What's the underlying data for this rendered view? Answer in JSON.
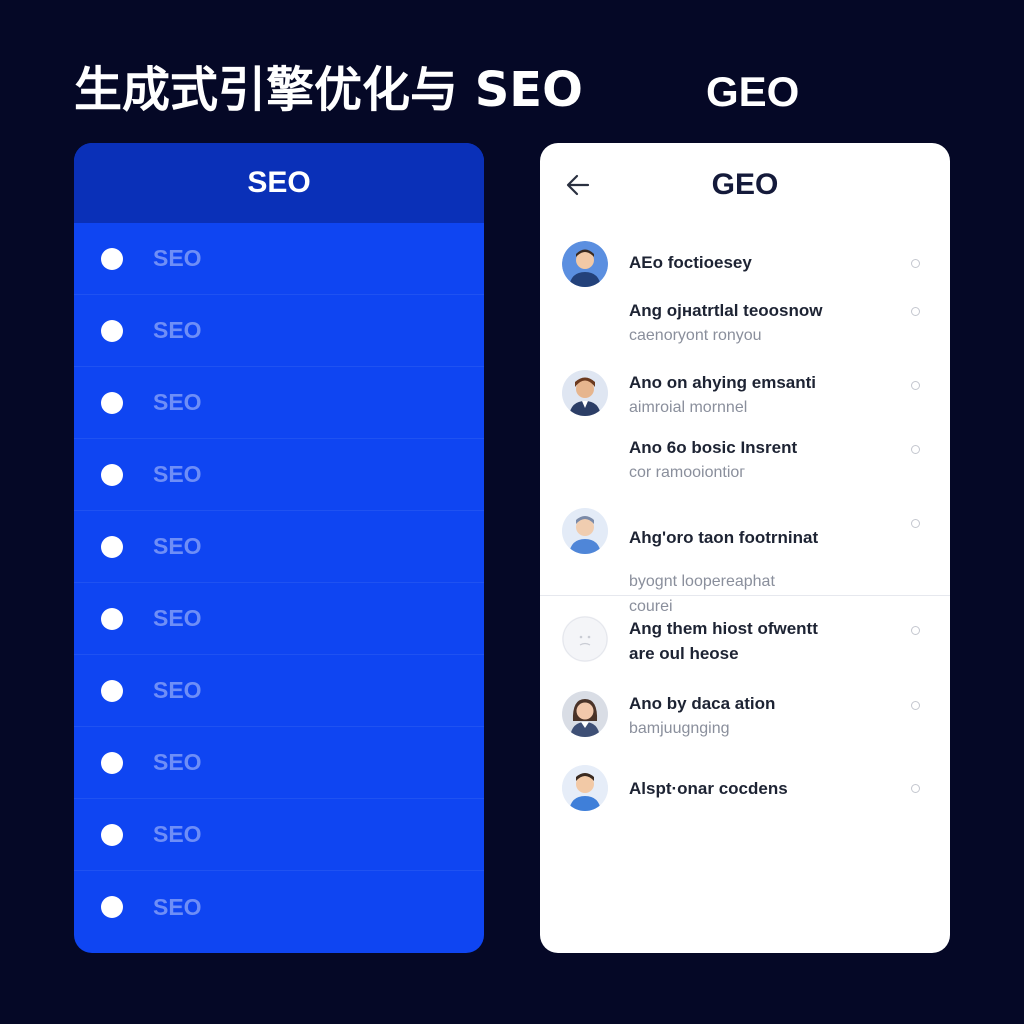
{
  "heading": {
    "title": "生成式引擎优化与 SEO",
    "geo_title": "GEO"
  },
  "seo_panel": {
    "title": "SEO",
    "items": [
      {
        "label": "SEO"
      },
      {
        "label": "SEO"
      },
      {
        "label": "SEO"
      },
      {
        "label": "SEO"
      },
      {
        "label": "SEO"
      },
      {
        "label": "SEO"
      },
      {
        "label": "SEO"
      },
      {
        "label": "SEO"
      },
      {
        "label": "SEO"
      },
      {
        "label": "SEO"
      }
    ]
  },
  "geo_panel": {
    "title": "GEO",
    "back_icon": "arrow-left-icon",
    "items": [
      {
        "title": "AEo foctioesey",
        "subtitle": "",
        "avatar": "avatar-man-blue"
      },
      {
        "title": "Ang ojнatrtlal teoosnow",
        "subtitle": "caenoryont ronyou",
        "avatar": ""
      },
      {
        "title": "Ano on ahying emsanti",
        "subtitle": "aimroial mornnel",
        "avatar": "avatar-man-brown"
      },
      {
        "title": "Ano 6o bosic Insrent",
        "subtitle": "cor ramooiontioг",
        "avatar": ""
      },
      {
        "title": "Ahg'oro taon footrninat",
        "subtitle": "byognt loopereaphat\ncourei",
        "avatar": "avatar-man-light"
      },
      {
        "title": "Ang them hiost ofwentt\nare oul heose",
        "subtitle": "",
        "avatar": "avatar-placeholder"
      },
      {
        "title": "Ano by daca ation",
        "subtitle": "bamjuugnging",
        "avatar": "avatar-woman"
      },
      {
        "title": "Alspt·onar cocdens",
        "subtitle": "",
        "avatar": "avatar-man-blue"
      }
    ]
  },
  "colors": {
    "background": "#050826",
    "seo_panel": "#0f45f2",
    "seo_header": "#0a30b8",
    "seo_label": "#6e8ef7",
    "geo_panel": "#ffffff"
  }
}
